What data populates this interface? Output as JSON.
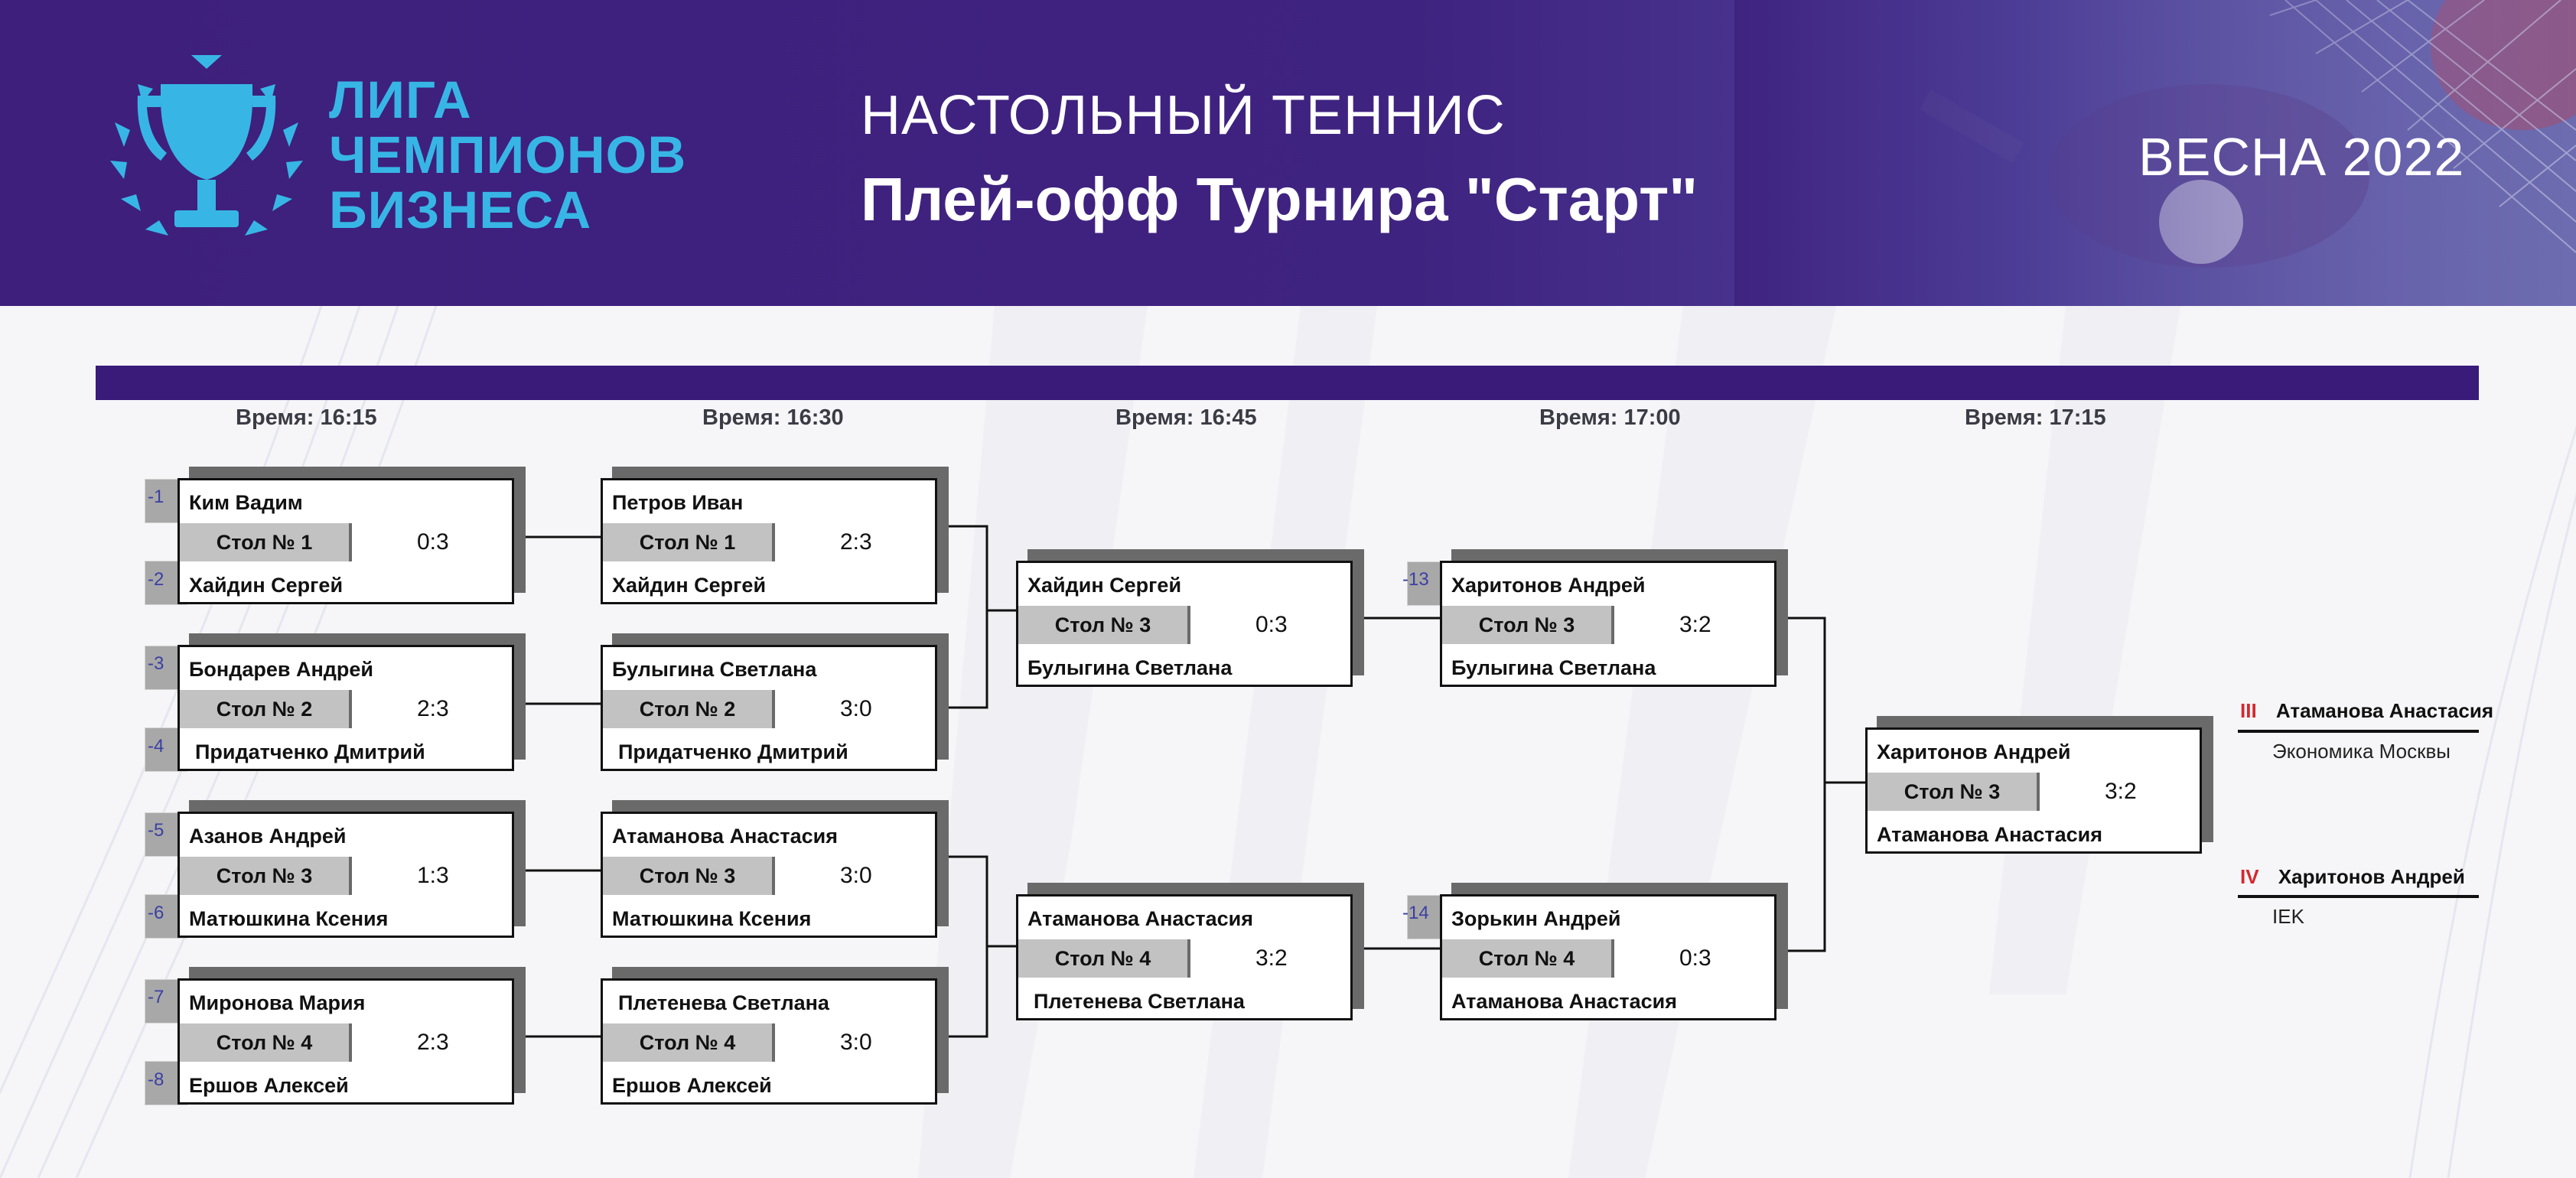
{
  "header": {
    "logo_lines": [
      "ЛИГА",
      "ЧЕМПИОНОВ",
      "БИЗНЕСА"
    ],
    "title_top": "НАСТОЛЬНЫЙ ТЕННИС",
    "title_main": "Плей-офф Турнира \"Старт\"",
    "season": "ВЕСНА 2022"
  },
  "colors": {
    "header_bg": "#3e1f7c",
    "logo": "#37b6e6",
    "stripe": "#3a1b7a",
    "place_number": "#d4282e"
  },
  "rounds": [
    {
      "time": "Время: 16:15"
    },
    {
      "time": "Время: 16:30"
    },
    {
      "time": "Время: 16:45"
    },
    {
      "time": "Время: 17:00"
    },
    {
      "time": "Время: 17:15"
    }
  ],
  "matches": {
    "r1m1": {
      "n1": "-1",
      "n2": "-2",
      "p1": "Ким Вадим",
      "p2": "Хайдин Сергей",
      "table": "Стол № 1",
      "score": "0:3"
    },
    "r1m2": {
      "n1": "-3",
      "n2": "-4",
      "p1": "Бондарев Андрей",
      "p2": "Придатченко Дмитрий",
      "table": "Стол № 2",
      "score": "2:3"
    },
    "r1m3": {
      "n1": "-5",
      "n2": "-6",
      "p1": "Азанов Андрей",
      "p2": "Матюшкина Ксения",
      "table": "Стол № 3",
      "score": "1:3"
    },
    "r1m4": {
      "n1": "-7",
      "n2": "-8",
      "p1": "Миронова Мария",
      "p2": "Ершов Алексей",
      "table": "Стол № 4",
      "score": "2:3"
    },
    "r2m1": {
      "p1": "Петров Иван",
      "p2": "Хайдин Сергей",
      "table": "Стол № 1",
      "score": "2:3"
    },
    "r2m2": {
      "p1": "Булыгина Светлана",
      "p2": "Придатченко Дмитрий",
      "table": "Стол № 2",
      "score": "3:0"
    },
    "r2m3": {
      "p1": "Атаманова Анастасия",
      "p2": "Матюшкина Ксения",
      "table": "Стол № 3",
      "score": "3:0"
    },
    "r2m4": {
      "p1": "Плетенева Светлана",
      "p2": "Ершов Алексей",
      "table": "Стол № 4",
      "score": "3:0"
    },
    "r3m1": {
      "p1": "Хайдин Сергей",
      "p2": "Булыгина Светлана",
      "table": "Стол № 3",
      "score": "0:3"
    },
    "r3m2": {
      "p1": "Атаманова Анастасия",
      "p2": "Плетенева Светлана",
      "table": "Стол № 4",
      "score": "3:2"
    },
    "r4m1": {
      "n1": "-13",
      "p1": "Харитонов Андрей",
      "p2": "Булыгина Светлана",
      "table": "Стол № 3",
      "score": "3:2"
    },
    "r4m2": {
      "n1": "-14",
      "p1": "Зорькин Андрей",
      "p2": "Атаманова Анастасия",
      "table": "Стол № 4",
      "score": "0:3"
    },
    "r5m1": {
      "p1": "Харитонов Андрей",
      "p2": "Атаманова Анастасия",
      "table": "Стол № 3",
      "score": "3:2"
    }
  },
  "places": [
    {
      "rank": "III",
      "name": "Атаманова Анастасия",
      "org": "Экономика Москвы"
    },
    {
      "rank": "IV",
      "name": "Харитонов Андрей",
      "org": "IEK"
    }
  ]
}
